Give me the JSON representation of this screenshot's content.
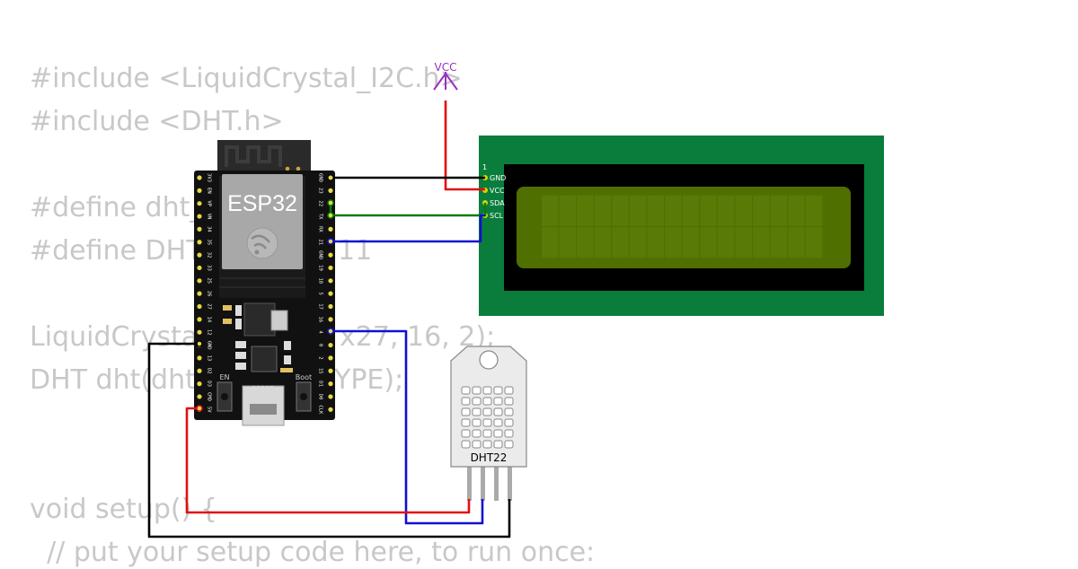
{
  "code_lines": [
    "#include <LiquidCrystal_I2C.h>",
    "#include <DHT.h>",
    "",
    "#define dht_",
    "#define DHT",
    "",
    "LiquidCrysta",
    "DHT dht(dht",
    "",
    "",
    "void setup() {",
    "  // put your setup code here, to run once:"
  ],
  "code_fragments": {
    "dht_type_value": "11",
    "lcd_args": "x27, 16, 2);",
    "dht_args": "YPE);"
  },
  "esp32": {
    "name": "ESP32",
    "left_pins": [
      "3V3",
      "EN",
      "VP",
      "VN",
      "34",
      "35",
      "32",
      "33",
      "25",
      "26",
      "27",
      "14",
      "12",
      "GND",
      "13",
      "D2",
      "D3",
      "CMD",
      "5V"
    ],
    "right_pins": [
      "GND",
      "23",
      "22",
      "TX",
      "RX",
      "21",
      "GND",
      "19",
      "18",
      "5",
      "17",
      "16",
      "4",
      "0",
      "2",
      "15",
      "D1",
      "D0",
      "CLK"
    ],
    "button_en": "EN",
    "button_boot": "Boot"
  },
  "lcd": {
    "pin_index": "1",
    "pins": [
      "GND",
      "VCC",
      "SDA",
      "SCL"
    ]
  },
  "dht": {
    "label": "DHT22"
  },
  "vcc": {
    "label": "VCC"
  },
  "colors": {
    "wire_red": "#e01010",
    "wire_black": "#000000",
    "wire_green": "#0a7a0a",
    "wire_blue": "#1010d0",
    "vcc_arrow": "#9a30c0",
    "lcd_board": "#0a7d3c",
    "lcd_screen": "#4f6f00",
    "board_black": "#111111"
  }
}
